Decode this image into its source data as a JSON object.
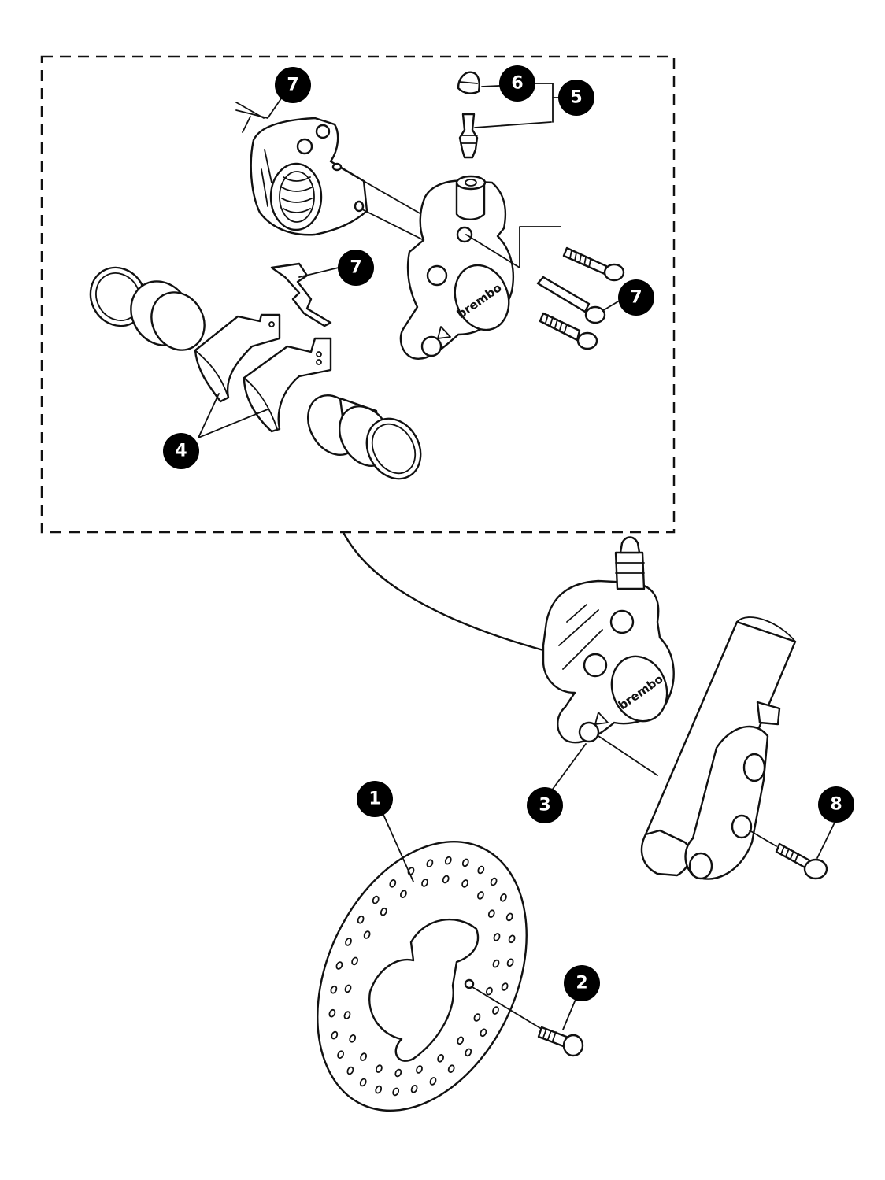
{
  "diagram": {
    "callouts": {
      "c1": "1",
      "c2": "2",
      "c3": "3",
      "c4": "4",
      "c5": "5",
      "c6": "6",
      "c7a": "7",
      "c7b": "7",
      "c7c": "7",
      "c8": "8"
    },
    "caliper_branding": {
      "exploded": "brembo",
      "assembled": "brembo"
    }
  }
}
